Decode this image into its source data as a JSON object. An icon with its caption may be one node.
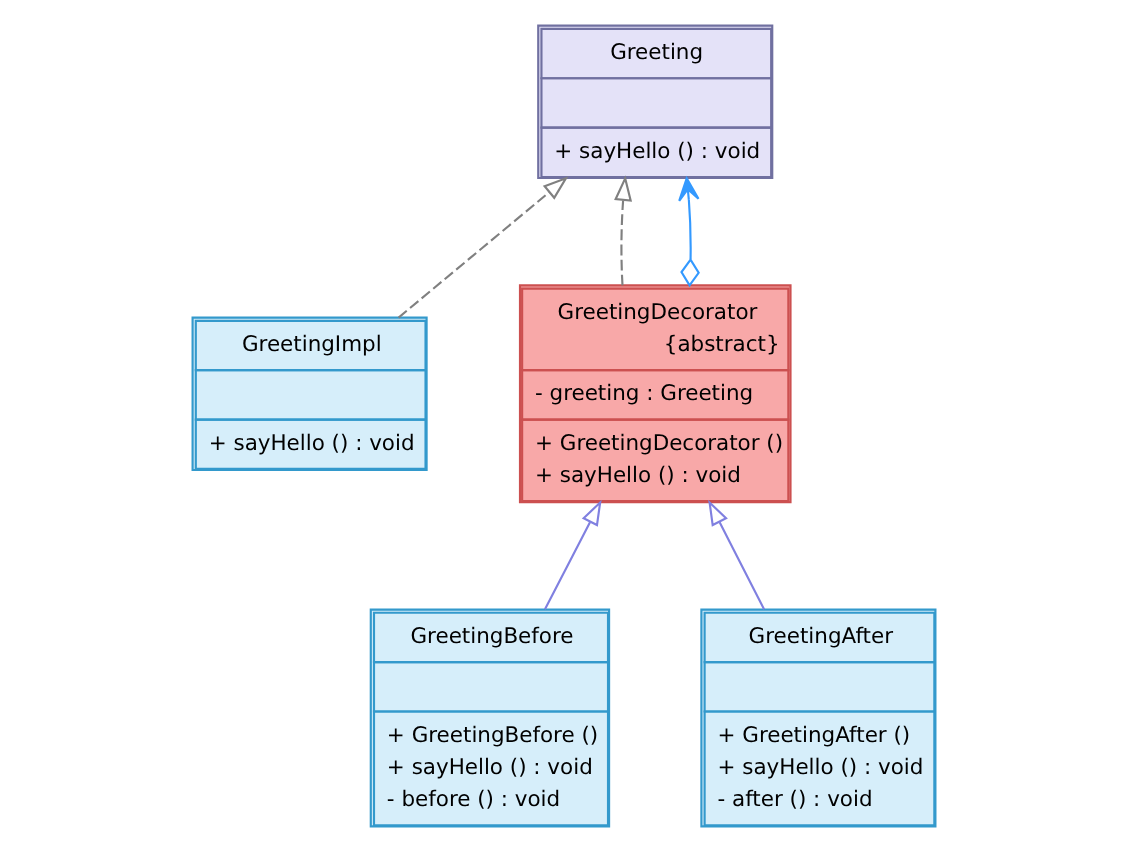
{
  "diagram": {
    "nodes": [
      {
        "text": [
          "Greeting",
          "+ sayHello () : void"
        ]
      },
      {
        "text": [
          "GreetingImpl",
          "+ sayHello () : void"
        ]
      },
      {
        "text": [
          "GreetingDecorator",
          "{abstract}",
          "- greeting : Greeting",
          "+ GreetingDecorator ()",
          "+ sayHello () : void"
        ]
      },
      {
        "text": [
          "GreetingBefore",
          "+ GreetingBefore ()",
          "+ sayHello () : void",
          "- before () : void"
        ]
      },
      {
        "text": [
          "GreetingAfter",
          "+ GreetingAfter ()",
          "+ sayHello () : void",
          "- after () : void"
        ]
      }
    ],
    "edges": [
      {
        "from": 1,
        "to": 0,
        "arrow": "to",
        "style": "dashed",
        "color": "#808080"
      },
      {
        "from": 2,
        "to": 0,
        "arrow": "to",
        "style": "dashed",
        "color": "#808080"
      },
      {
        "from": 2,
        "to": 0,
        "arrow": "to",
        "color": "#3399ff"
      },
      {
        "from": 3,
        "to": 2,
        "arrow": "to",
        "color": "#8080e0"
      },
      {
        "from": 4,
        "to": 2,
        "arrow": "to",
        "color": "#8080e0"
      }
    ]
  }
}
